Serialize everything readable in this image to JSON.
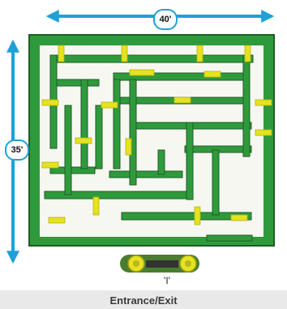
{
  "dimensions": {
    "width": "40'",
    "height": "35'"
  },
  "entrance": {
    "mark": "'I'",
    "label": "Entrance/Exit"
  },
  "colors": {
    "wall": "#2f9a3c",
    "wall_outline": "#1c5e23",
    "frame_inner": "#2a8a35",
    "connector": "#e6e21f",
    "arrow": "#1fa0d8",
    "cart_body": "#4a7d2f",
    "cart_hitch": "#333333"
  },
  "icons": {
    "width_arrow": "double-arrow-horizontal",
    "height_arrow": "double-arrow-vertical",
    "cart": "entrance-cart"
  }
}
